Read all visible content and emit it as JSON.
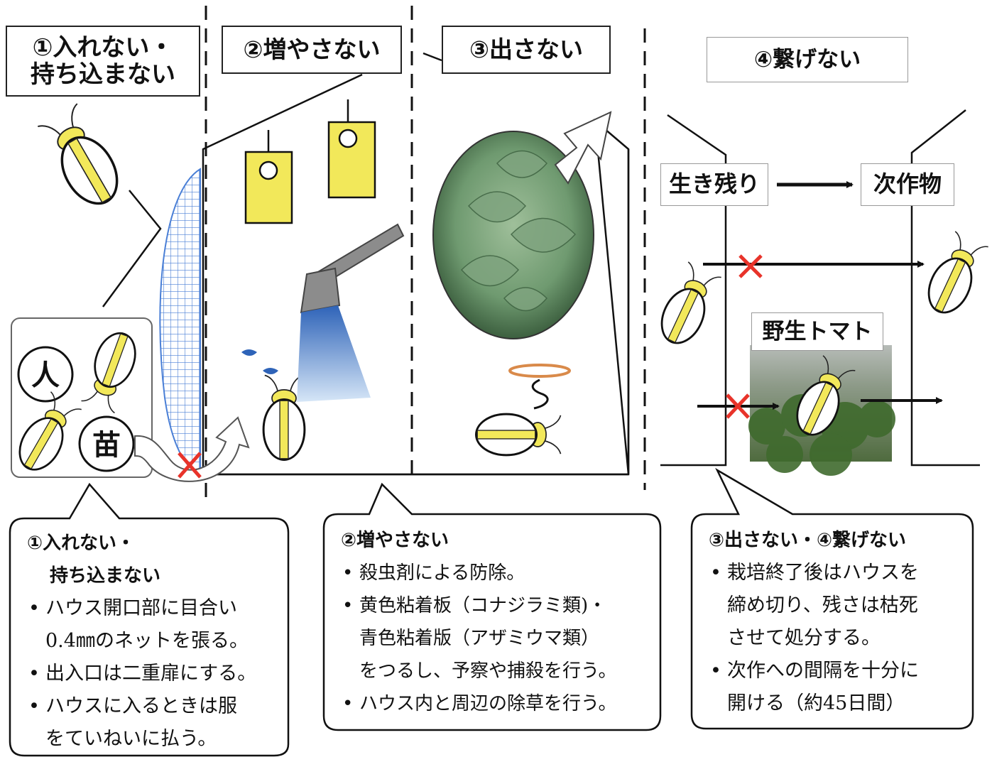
{
  "steps": {
    "s1_line1": "①入れない・",
    "s1_line2": "持ち込まない",
    "s2": "②増やさない",
    "s3": "③出さない",
    "s4": "④繋げない"
  },
  "left_panel": {
    "person": "人",
    "seedling": "苗"
  },
  "right_panel": {
    "survivor": "生き残り",
    "next_crop": "次作物",
    "wild_tomato": "野生トマト"
  },
  "callouts": {
    "c1": {
      "heading1": "①入れない・",
      "heading2": "持ち込まない",
      "b1a": "ハウス開口部に目合い",
      "b1b": "0.4㎜のネットを張る。",
      "b2": "出入口は二重扉にする。",
      "b3a": "ハウスに入るときは服",
      "b3b": "をていねいに払う。"
    },
    "c2": {
      "heading": "②増やさない",
      "b1": "殺虫剤による防除。",
      "b2a": "黄色粘着板（コナジラミ類)・",
      "b2b": "青色粘着版（アザミウマ類）",
      "b2c": "をつるし、予察や捕殺を行う。",
      "b3": "ハウス内と周辺の除草を行う。"
    },
    "c3": {
      "heading": "③出さない・④繋げない",
      "b1a": "栽培終了後はハウスを",
      "b1b": "締め切り、残さは枯死",
      "b1c": "させて処分する。",
      "b2a": "次作への間隔を十分に",
      "b2b": "開ける（約45日間）"
    }
  },
  "colors": {
    "trap_yellow": "#f2e85a",
    "net_blue": "#4a7fd6",
    "spray_blue": "#2e63b8",
    "cross_red": "#e8332a",
    "halo_orange": "#d98a4a",
    "nozzle_gray": "#8c8c8c"
  },
  "icons": [
    "beetle-icon",
    "trap-icon",
    "sprayer-icon",
    "halo-icon",
    "cross-icon",
    "arrow-icon"
  ]
}
